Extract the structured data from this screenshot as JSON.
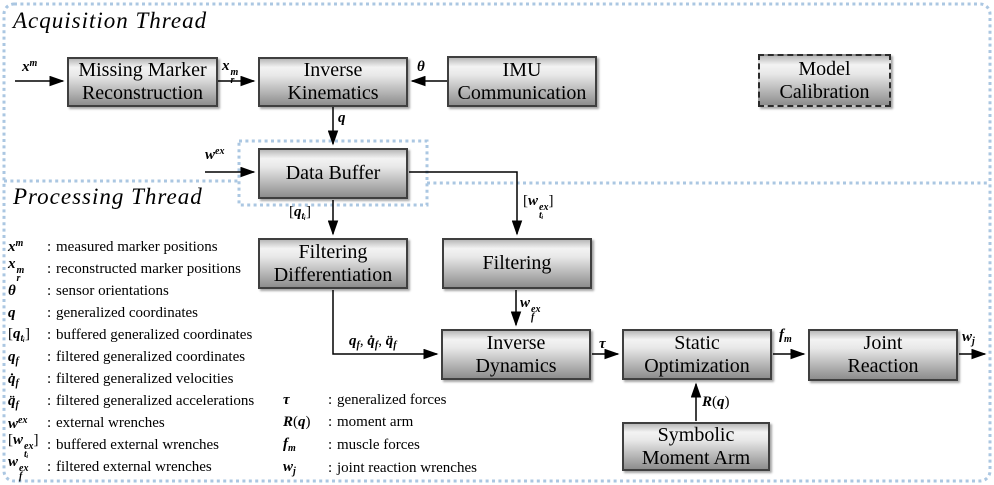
{
  "titles": {
    "acquisition": "Acquisition Thread",
    "processing": "Processing Thread"
  },
  "boxes": [
    {
      "id": "missing-marker-reconstruction",
      "lines": [
        "Missing Marker",
        "Reconstruction"
      ]
    },
    {
      "id": "inverse-kinematics",
      "lines": [
        "Inverse",
        "Kinematics"
      ]
    },
    {
      "id": "imu-communication",
      "lines": [
        "IMU",
        "Communication"
      ]
    },
    {
      "id": "model-calibration",
      "lines": [
        "Model",
        "Calibration"
      ],
      "dashed": true
    },
    {
      "id": "data-buffer",
      "lines": [
        "Data Buffer"
      ]
    },
    {
      "id": "filtering-differentiation",
      "lines": [
        "Filtering",
        "Differentiation"
      ]
    },
    {
      "id": "filtering",
      "lines": [
        "Filtering"
      ]
    },
    {
      "id": "inverse-dynamics",
      "lines": [
        "Inverse",
        "Dynamics"
      ]
    },
    {
      "id": "static-optimization",
      "lines": [
        "Static",
        "Optimization"
      ]
    },
    {
      "id": "joint-reaction",
      "lines": [
        "Joint",
        "Reaction"
      ]
    },
    {
      "id": "symbolic-moment-arm",
      "lines": [
        "Symbolic",
        "Moment Arm"
      ]
    }
  ],
  "symbols": {
    "xm": [
      {
        "k": "b",
        "t": "x"
      },
      {
        "k": "sup",
        "t": "m"
      }
    ],
    "xrm": [
      {
        "k": "b",
        "t": "x"
      },
      {
        "k": "ss",
        "sup": "m",
        "sub": "r"
      }
    ],
    "theta": [
      {
        "k": "b",
        "t": "θ"
      }
    ],
    "q": [
      {
        "k": "b",
        "t": "q"
      }
    ],
    "q_buf": [
      {
        "k": "n",
        "t": "["
      },
      {
        "k": "b",
        "t": "q"
      },
      {
        "k": "sub",
        "t": "tᵢ"
      },
      {
        "k": "n",
        "t": "]"
      }
    ],
    "qf": [
      {
        "k": "b",
        "t": "q"
      },
      {
        "k": "sub",
        "t": "f"
      }
    ],
    "qdf": [
      {
        "k": "b",
        "t": "q̇"
      },
      {
        "k": "sub",
        "t": "f"
      }
    ],
    "qddf": [
      {
        "k": "b",
        "t": "q̈"
      },
      {
        "k": "sub",
        "t": "f"
      }
    ],
    "wex": [
      {
        "k": "b",
        "t": "w"
      },
      {
        "k": "sup",
        "t": "ex"
      }
    ],
    "w_buf": [
      {
        "k": "n",
        "t": "["
      },
      {
        "k": "b",
        "t": "w"
      },
      {
        "k": "ss",
        "sup": "ex",
        "sub": "tᵢ"
      },
      {
        "k": "n",
        "t": "]"
      }
    ],
    "wf": [
      {
        "k": "b",
        "t": "w"
      },
      {
        "k": "ss",
        "sup": "ex",
        "sub": "f"
      }
    ],
    "qf_set": [
      {
        "k": "b",
        "t": "q"
      },
      {
        "k": "sub",
        "t": "f"
      },
      {
        "k": "n",
        "t": ", "
      },
      {
        "k": "b",
        "t": "q̇"
      },
      {
        "k": "sub",
        "t": "f"
      },
      {
        "k": "n",
        "t": ", "
      },
      {
        "k": "b",
        "t": "q̈"
      },
      {
        "k": "sub",
        "t": "f"
      }
    ],
    "tau": [
      {
        "k": "b",
        "t": "τ"
      }
    ],
    "Rq": [
      {
        "k": "b",
        "t": "R"
      },
      {
        "k": "n",
        "t": "("
      },
      {
        "k": "b",
        "t": "q"
      },
      {
        "k": "n",
        "t": ")"
      }
    ],
    "fm": [
      {
        "k": "b",
        "t": "f"
      },
      {
        "k": "sub",
        "t": "m"
      }
    ],
    "wj": [
      {
        "k": "b",
        "t": "w"
      },
      {
        "k": "sub",
        "t": "j"
      }
    ]
  },
  "legend": {
    "separator": ":",
    "left": [
      {
        "sym": "xm",
        "desc": "measured marker positions"
      },
      {
        "sym": "xrm",
        "desc": "reconstructed marker positions"
      },
      {
        "sym": "theta",
        "desc": "sensor orientations"
      },
      {
        "sym": "q",
        "desc": "generalized coordinates"
      },
      {
        "sym": "q_buf",
        "desc": "buffered generalized coordinates"
      },
      {
        "sym": "qf",
        "desc": "filtered generalized coordinates"
      },
      {
        "sym": "qdf",
        "desc": "filtered generalized velocities"
      },
      {
        "sym": "qddf",
        "desc": "filtered generalized accelerations"
      },
      {
        "sym": "wex",
        "desc": "external wrenches"
      },
      {
        "sym": "w_buf",
        "desc": "buffered external wrenches"
      },
      {
        "sym": "wf",
        "desc": "filtered external wrenches"
      }
    ],
    "right": [
      {
        "sym": "tau",
        "desc": "generalized forces"
      },
      {
        "sym": "Rq",
        "desc": "moment arm"
      },
      {
        "sym": "fm",
        "desc": "muscle forces"
      },
      {
        "sym": "wj",
        "desc": "joint reaction wrenches"
      }
    ]
  },
  "colors": {
    "accent_dash": "#abc7e2",
    "box_border": "#3f3f3f",
    "arrow": "#000000"
  }
}
